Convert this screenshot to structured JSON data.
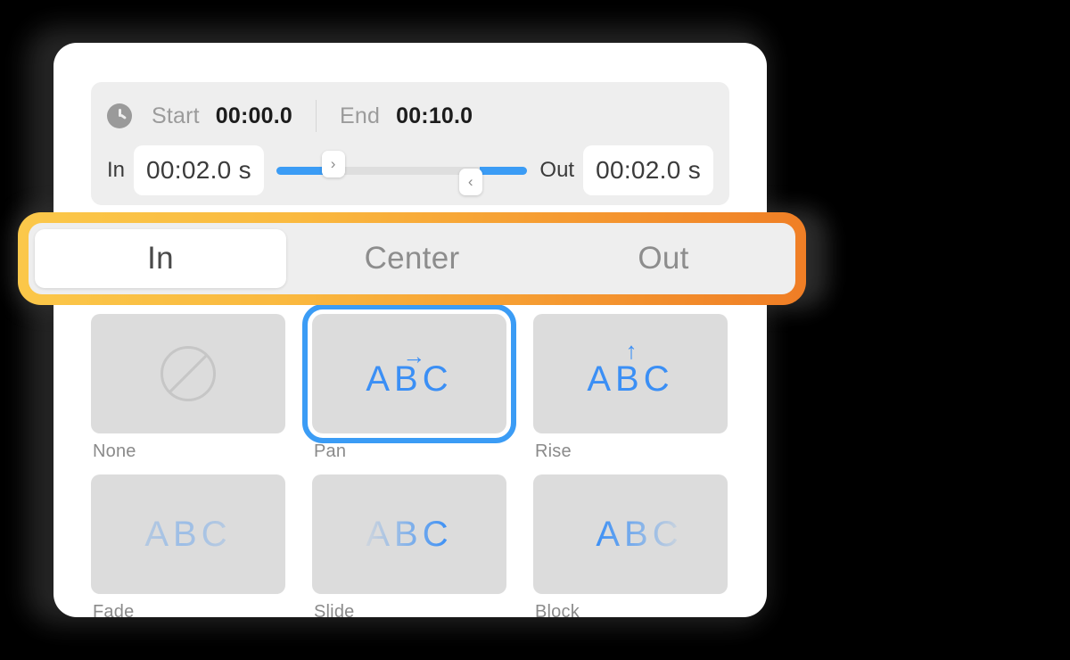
{
  "timing": {
    "clock_icon": "clock-icon",
    "start_label": "Start",
    "start_value": "00:00.0",
    "end_label": "End",
    "end_value": "00:10.0",
    "in_label": "In",
    "in_value": "00:02.0 s",
    "out_label": "Out",
    "out_value": "00:02.0 s",
    "handle_in_glyph": "›",
    "handle_out_glyph": "‹"
  },
  "segmented": {
    "selected": "In",
    "items": [
      {
        "label": "In"
      },
      {
        "label": "Center"
      },
      {
        "label": "Out"
      }
    ]
  },
  "effects": {
    "selected": "Pan",
    "preview_text": "ABC",
    "items": [
      {
        "label": "None",
        "preview": "none-symbol",
        "arrow": ""
      },
      {
        "label": "Pan",
        "preview": "abc-arrow",
        "arrow": "→"
      },
      {
        "label": "Rise",
        "preview": "abc-arrow",
        "arrow": "↑"
      },
      {
        "label": "Fade",
        "preview": "abc-fade",
        "arrow": ""
      },
      {
        "label": "Slide",
        "preview": "abc-slide",
        "arrow": ""
      },
      {
        "label": "Block",
        "preview": "abc-block",
        "arrow": ""
      }
    ]
  },
  "colors": {
    "accent_blue": "#3b9cf5",
    "focus_ring_start": "#fbc84a",
    "focus_ring_end": "#ef7d25",
    "tile_bg": "#dcdcdc",
    "panel_bg": "#eeeeee"
  }
}
